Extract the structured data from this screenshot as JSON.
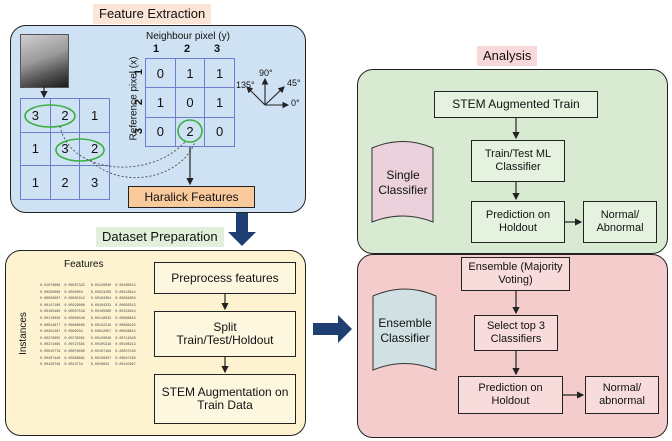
{
  "feature_extraction": {
    "title": "Feature Extraction",
    "neighbour_label": "Neighbour pixel (y)",
    "reference_label": "Reference pixel (x)",
    "col_headers": [
      "1",
      "2",
      "3"
    ],
    "row_headers": [
      "1",
      "2",
      "3"
    ],
    "image_grid": [
      [
        "3",
        "2",
        "1"
      ],
      [
        "1",
        "3",
        "2"
      ],
      [
        "1",
        "2",
        "3"
      ]
    ],
    "glcm": [
      [
        "0",
        "1",
        "1"
      ],
      [
        "1",
        "0",
        "1"
      ],
      [
        "0",
        "2",
        "0"
      ]
    ],
    "angles": [
      "135°",
      "90°",
      "45°",
      "0°"
    ],
    "output_box": "Haralick Features"
  },
  "dataset_preparation": {
    "title": "Dataset Preparation",
    "features_label": "Features",
    "instances_label": "Instances",
    "steps": [
      "Preprocess features",
      "Split Train/Test/Holdout",
      "STEM Augmentation on Train Data"
    ]
  },
  "analysis": {
    "title": "Analysis",
    "single": {
      "label": "Single Classifier",
      "train_box": "STEM Augmented Train",
      "model_box": "Train/Test ML Classifier",
      "predict_box": "Prediction on Holdout",
      "result_box": "Normal/ Abnormal"
    },
    "ensemble": {
      "label": "Ensemble Classifier",
      "vote_box": "Ensemble (Majority Voting)",
      "select_box": "Select top 3 Classifiers",
      "predict_box": "Prediction on Holdout",
      "result_box": "Normal/ abnormal"
    }
  },
  "colors": {
    "blue_panel": "#cfe2f3",
    "yellow_panel": "#fdf3d0",
    "green_panel": "#d9ead3",
    "red_panel": "#f4cccc",
    "orange_box": "#f9cb9c",
    "arrow_blue": "#1f3f73"
  }
}
